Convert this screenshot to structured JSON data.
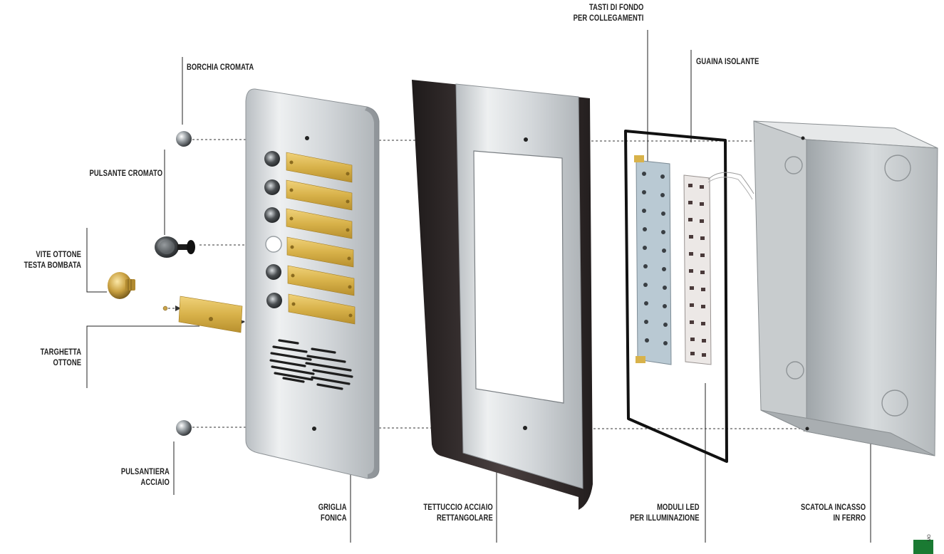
{
  "labels": {
    "borchia_cromata": "BORCHIA CROMATA",
    "pulsante_cromato": "PULSANTE CROMATO",
    "vite_ottone": [
      "VITE OTTONE",
      "TESTA BOMBATA"
    ],
    "targhetta_ottone": [
      "TARGHETTA",
      "OTTONE"
    ],
    "pulsantiera_acciaio": [
      "PULSANTIERA",
      "ACCIAIO"
    ],
    "griglia_fonica": [
      "GRIGLIA",
      "FONICA"
    ],
    "tettuccio": [
      "TETTUCCIO ACCIAIO",
      "RETTANGOLARE"
    ],
    "tasti_di_fondo": [
      "TASTI DI FONDO",
      "PER COLLEGAMENTI"
    ],
    "guaina_isolante": "GUAINA ISOLANTE",
    "moduli_led": [
      "MODULI LED",
      "PER ILLUMINAZIONE"
    ],
    "scatola_incasso": [
      "SCATOLA INCASSO",
      "IN FERRO"
    ]
  },
  "page_code": "MO",
  "colors": {
    "accent_green": "#1a7a32",
    "steel": "#c9cdd0",
    "brass": "#d9b44a",
    "hood_dark": "#2a2424",
    "label_text": "#222222"
  }
}
